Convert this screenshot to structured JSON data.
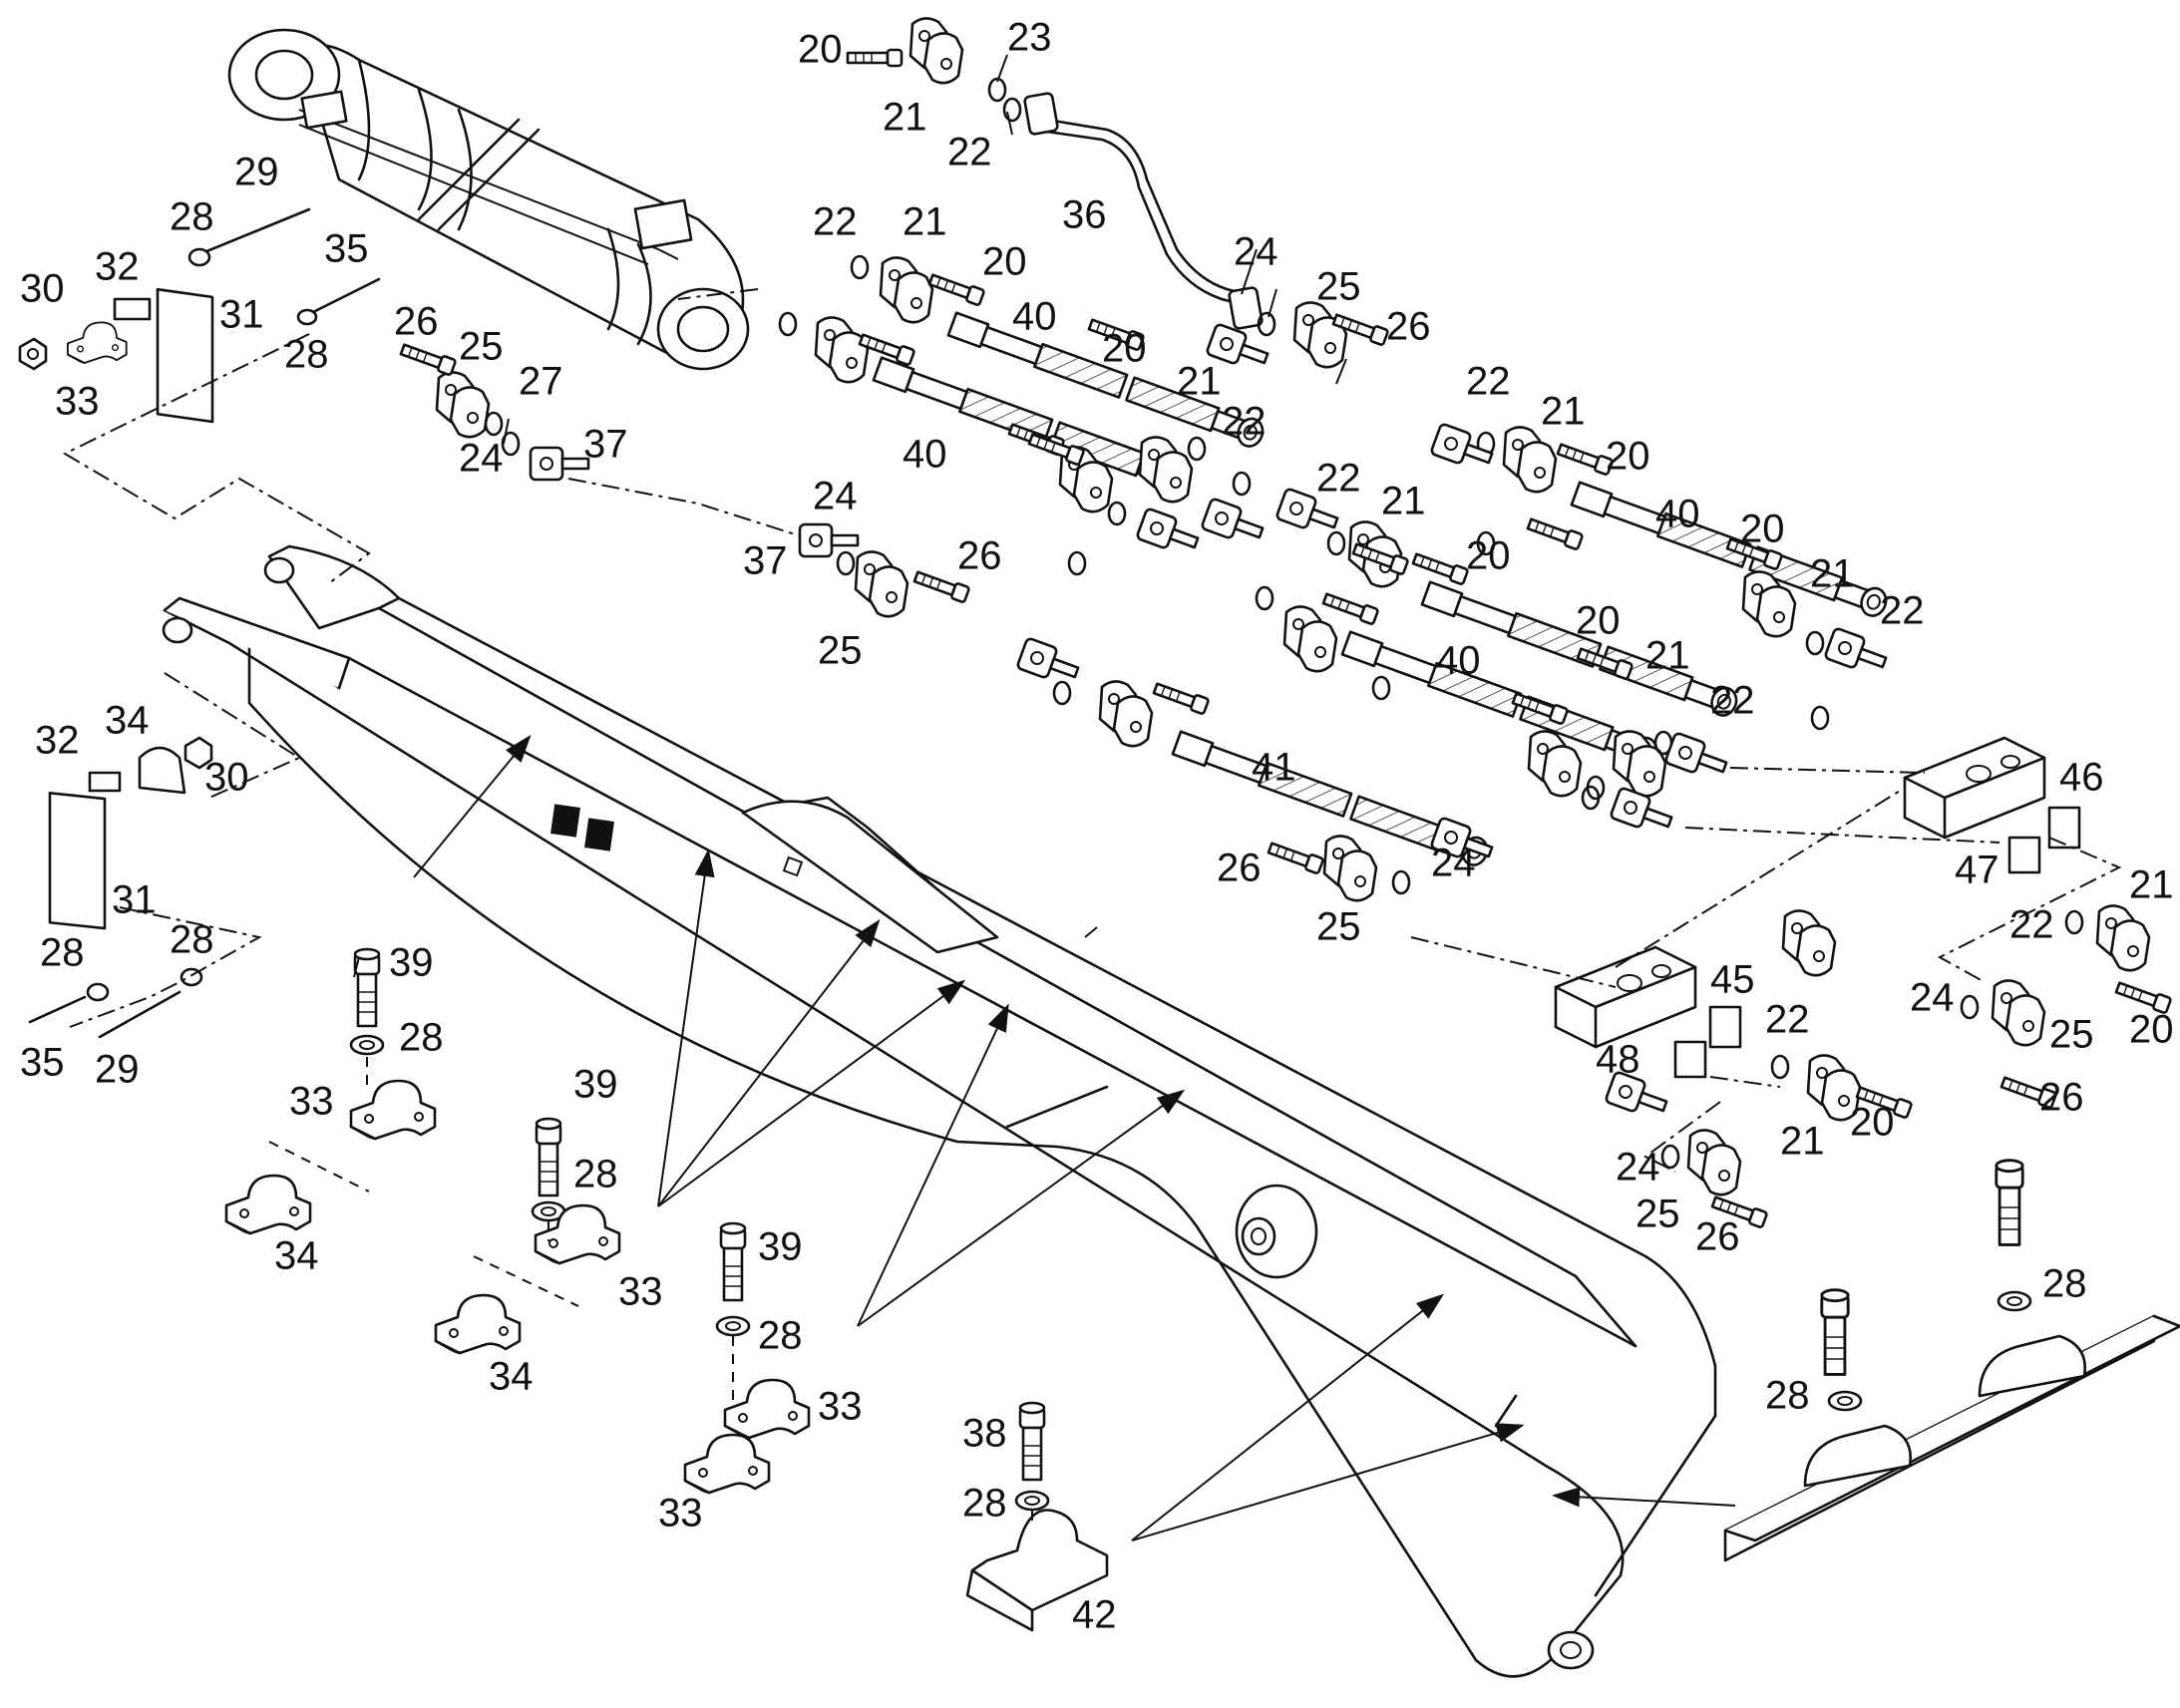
{
  "callouts": {
    "n20": "20",
    "n21": "21",
    "n22": "22",
    "n23": "23",
    "n24": "24",
    "n25": "25",
    "n26": "26",
    "n27": "27",
    "n28": "28",
    "n29": "29",
    "n30": "30",
    "n31": "31",
    "n32": "32",
    "n33": "33",
    "n34": "34",
    "n35": "35",
    "n36": "36",
    "n37": "37",
    "n38": "38",
    "n39": "39",
    "n40": "40",
    "n41": "41",
    "n42": "42",
    "n45": "45",
    "n46": "46",
    "n47": "47",
    "n48": "48"
  },
  "labels": [
    {
      "id": "lbl-20",
      "text": "20"
    },
    {
      "id": "lbl-21",
      "text": "21"
    },
    {
      "id": "lbl-22",
      "text": "22"
    },
    {
      "id": "lbl-23",
      "text": "23"
    },
    {
      "id": "lbl-24",
      "text": "24"
    },
    {
      "id": "lbl-25",
      "text": "25"
    },
    {
      "id": "lbl-26",
      "text": "26"
    },
    {
      "id": "lbl-27",
      "text": "27"
    },
    {
      "id": "lbl-28",
      "text": "28"
    },
    {
      "id": "lbl-29",
      "text": "29"
    },
    {
      "id": "lbl-30",
      "text": "30"
    },
    {
      "id": "lbl-31",
      "text": "31"
    },
    {
      "id": "lbl-32",
      "text": "32"
    },
    {
      "id": "lbl-33",
      "text": "33"
    },
    {
      "id": "lbl-34",
      "text": "34"
    },
    {
      "id": "lbl-35",
      "text": "35"
    },
    {
      "id": "lbl-36",
      "text": "36"
    },
    {
      "id": "lbl-37",
      "text": "37"
    },
    {
      "id": "lbl-38",
      "text": "38"
    },
    {
      "id": "lbl-39",
      "text": "39"
    },
    {
      "id": "lbl-40",
      "text": "40"
    },
    {
      "id": "lbl-41",
      "text": "41"
    },
    {
      "id": "lbl-42",
      "text": "42"
    },
    {
      "id": "lbl-45",
      "text": "45"
    },
    {
      "id": "lbl-46",
      "text": "46"
    },
    {
      "id": "lbl-47",
      "text": "47"
    },
    {
      "id": "lbl-48",
      "text": "48"
    }
  ]
}
